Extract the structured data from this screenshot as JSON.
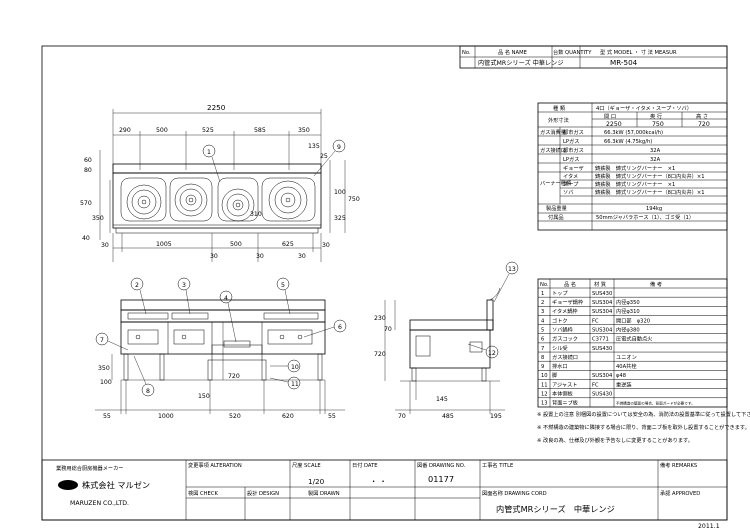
{
  "header": {
    "col_no": "No.",
    "col_name": "品 名 NAME",
    "col_qty": "台数 QUANTITY",
    "col_model": "型 式 MODEL ・ 寸 法 MEASUR",
    "row_no": "",
    "row_name": "内管式MRシリーズ 中華レンジ",
    "row_qty": "",
    "row_model": "MR-504"
  },
  "plan_view": {
    "overall_width": "2250",
    "top_dims": [
      "290",
      "500",
      "525",
      "585",
      "350"
    ],
    "bottom_dims": [
      "30",
      "1005",
      "500",
      "625",
      "30"
    ],
    "bottom_sub_dims": [
      "30",
      "30",
      "30"
    ],
    "left_dims": [
      "60",
      "80",
      "570",
      "350",
      "40"
    ],
    "right_dims": [
      "135",
      "25",
      "100",
      "325",
      "750"
    ],
    "center_dim": "310",
    "callouts": [
      "1",
      "9"
    ]
  },
  "spec_table": {
    "rows": [
      {
        "label": "種 類",
        "value": "4口（ギョーザ・イタメ・スープ・ソバ）"
      },
      {
        "label": "外形寸法",
        "sub": [
          "間 口",
          "奥 行",
          "高 さ"
        ],
        "values": [
          "2250",
          "750",
          "720"
        ]
      },
      {
        "label": "ガス消費量",
        "sub_label": "都市ガス",
        "value": "66.3kW (57,000kcal/h)"
      },
      {
        "label": "",
        "sub_label": "LPガス",
        "value": "66.3kW (4.75kg/h)"
      },
      {
        "label": "ガス接続口",
        "sub_label": "都市ガス",
        "value": "32A"
      },
      {
        "label": "",
        "sub_label": "LPガス",
        "value": "32A"
      },
      {
        "label": "バーナー種類",
        "sub_label": "ギョーザ",
        "value": "鋳鉄製　鋳式リングバーナー　×1"
      },
      {
        "label": "",
        "sub_label": "イタメ",
        "value": "鋳鉄製　鋳式リングバーナー（8口内炎弁）×1"
      },
      {
        "label": "",
        "sub_label": "スープ",
        "value": "鋳鉄製　鋳式リングバーナー　×1"
      },
      {
        "label": "",
        "sub_label": "ソバ",
        "value": "鋳鉄製　鋳式リングバーナー（8口内炎弁）×1"
      },
      {
        "label": "製品重量",
        "value": "194kg"
      },
      {
        "label": "付属品",
        "value": "50mmジャバラホース（1）、ゴミ受（1）"
      }
    ]
  },
  "parts_table": {
    "headers": [
      "No.",
      "品 名",
      "材 質",
      "備 考"
    ],
    "rows": [
      [
        "1",
        "トップ",
        "SUS430",
        ""
      ],
      [
        "2",
        "ギョーザ鍋枠",
        "SUS304",
        "内径φ350"
      ],
      [
        "3",
        "イタメ鍋枠",
        "SUS304",
        "内径φ310"
      ],
      [
        "4",
        "ゴトク",
        "FC",
        "開口部　φ320"
      ],
      [
        "5",
        "ソバ鍋枠",
        "SUS304",
        "内径φ380"
      ],
      [
        "6",
        "ガスコック",
        "C3771",
        "圧電式自動点火"
      ],
      [
        "7",
        "シル受",
        "SUS430",
        ""
      ],
      [
        "8",
        "ガス接続口",
        "",
        "ユニオン"
      ],
      [
        "9",
        "排水口",
        "",
        "40A共栓"
      ],
      [
        "10",
        "脚",
        "SUS304",
        "φ48"
      ],
      [
        "11",
        "アジャスト",
        "FC",
        "重逆装"
      ],
      [
        "12",
        "本体側板",
        "SUS430",
        ""
      ],
      [
        "13",
        "背面ニブ板",
        "",
        "不燃構造の壁面の場合、背面ガードが必要です。"
      ]
    ]
  },
  "front_view": {
    "callouts": [
      "2",
      "3",
      "4",
      "5",
      "6",
      "7",
      "8",
      "10",
      "11"
    ],
    "bottom_dims": [
      "55",
      "1000",
      "520",
      "620",
      "55"
    ],
    "left_dims": [
      "350",
      "100"
    ],
    "center_dims": [
      "150",
      "720"
    ]
  },
  "side_view": {
    "callouts": [
      "13",
      "12"
    ],
    "top_dims": [
      "230",
      "70"
    ],
    "left_dims": [
      "720"
    ],
    "bottom_dims": [
      "70",
      "485",
      "195"
    ],
    "center_dim": "145"
  },
  "notes": [
    "※ 設置上の注意 別梱図の設置については安全の為、消防法の設置基準に従って設置して下さい。",
    "※ 不燃構造の建築物に隣接する場合に限り、背面ニブ板を取外し設置することができます。",
    "※ 改良の為、仕様及び外観を予告なしに変更することがあります。"
  ],
  "title_block": {
    "company_tagline": "業務用総合厨房機器メーカー",
    "company_name": "株式会社 マルゼン",
    "company_roman": "MARUZEN CO.,LTD.",
    "alteration_label": "変更事項 ALTERATION",
    "scale_label": "尺度 SCALE",
    "scale_value": "1/20",
    "date_label": "日付 DATE",
    "date_value": "・ ・",
    "drawing_no_label": "図番 DRAWING NO.",
    "drawing_no": "01177",
    "title_label": "工事名 TITLE",
    "remarks_label": "備考 REMARKS",
    "check_label": "検図 CHECK",
    "design_label": "設計 DESIGN",
    "drawn_label": "製図 DRAWN",
    "drawing_cord_label": "図面名称 DRAWING CORD",
    "drawing_title": "内管式MRシリーズ　中華レンジ",
    "approved_label": "承認 APPROVED",
    "footer_date": "2011.1"
  }
}
